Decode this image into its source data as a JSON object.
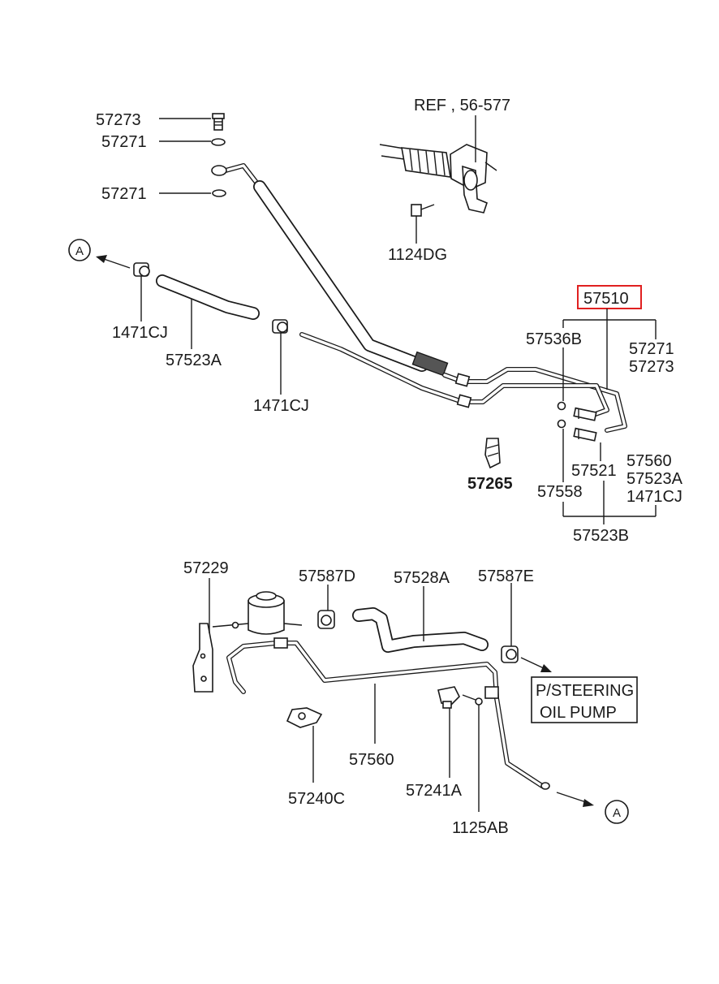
{
  "labels": {
    "p57273_top": "57273",
    "p57271_a": "57271",
    "p57271_b": "57271",
    "ref": "REF , 56-577",
    "p1124DG": "1124DG",
    "circle_a_left": "A",
    "p1471CJ_a": "1471CJ",
    "p57523A": "57523A",
    "p1471CJ_b": "1471CJ",
    "p57510": "57510",
    "p57536B": "57536B",
    "p57271_c": "57271",
    "p57273_c": "57273",
    "p57265": "57265",
    "p57560_r": "57560",
    "p57523A_r": "57523A",
    "p1471CJ_r": "1471CJ",
    "p57521": "57521",
    "p57558": "57558",
    "p57523B": "57523B",
    "p57229": "57229",
    "p57587D": "57587D",
    "p57528A": "57528A",
    "p57587E": "57587E",
    "steering_line1": "P/STEERING",
    "steering_line2": "OIL PUMP",
    "p57560": "57560",
    "p57240C": "57240C",
    "p57241A": "57241A",
    "p1125AB": "1125AB",
    "circle_a_right": "A"
  },
  "highlight_color": "#e02020",
  "highlighted_part": "57510"
}
